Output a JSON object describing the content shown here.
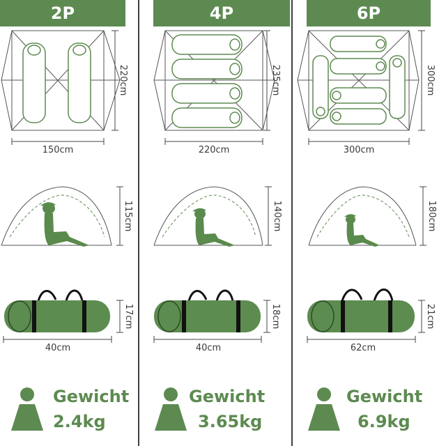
{
  "columns": [
    {
      "title": "2P",
      "floor_width": "150cm",
      "floor_length": "220cm",
      "height": "115cm",
      "pack_length": "40cm",
      "pack_diameter": "17cm",
      "weight_label": "Gewicht",
      "weight": "2.4kg"
    },
    {
      "title": "4P",
      "floor_width": "220cm",
      "floor_length": "235cm",
      "height": "140cm",
      "pack_length": "40cm",
      "pack_diameter": "18cm",
      "weight_label": "Gewicht",
      "weight": "3.65kg"
    },
    {
      "title": "6P",
      "floor_width": "300cm",
      "floor_length": "300cm",
      "height": "180cm",
      "pack_length": "62cm",
      "pack_diameter": "21cm",
      "weight_label": "Gewicht",
      "weight": "6.9kg"
    }
  ],
  "colors": {
    "accent": "#5d8a50",
    "bag": "#5c8c4f",
    "line": "#3f3f3f"
  }
}
